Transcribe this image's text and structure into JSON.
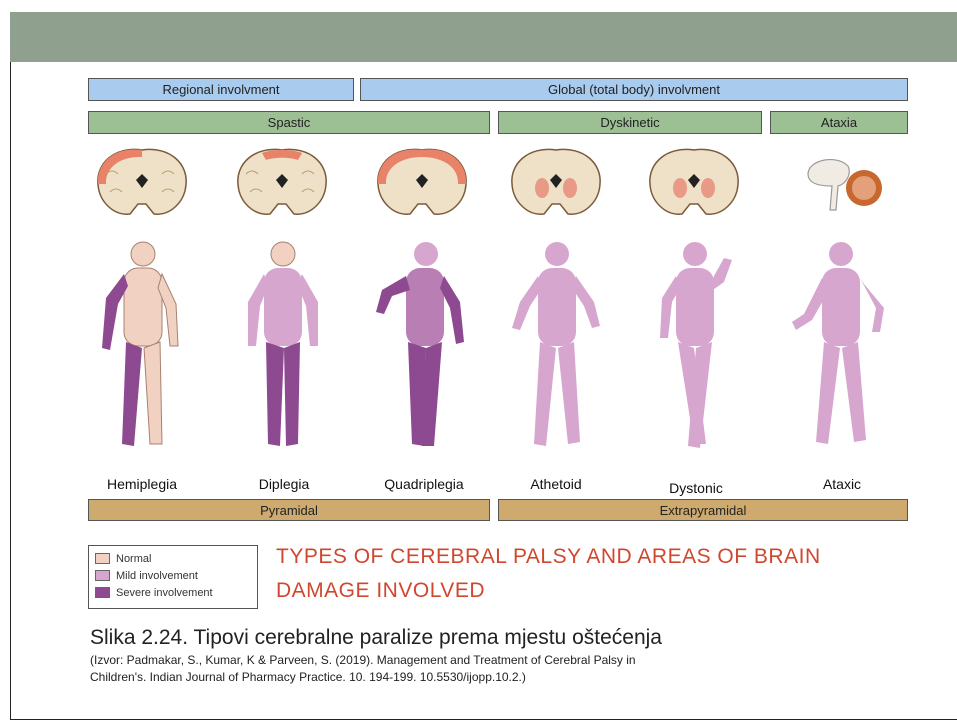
{
  "bands": {
    "regional": "Regional involvment",
    "global": "Global (total body) involvment",
    "spastic": "Spastic",
    "dyskinetic": "Dyskinetic",
    "ataxia": "Ataxia",
    "pyramidal": "Pyramidal",
    "extrapyramidal": "Extrapyramidal"
  },
  "columns": [
    {
      "label": "Hemiplegia",
      "brain": "cortex-one-side",
      "body": "hemiplegia"
    },
    {
      "label": "Diplegia",
      "brain": "cortex-top",
      "body": "diplegia"
    },
    {
      "label": "Quadriplegia",
      "brain": "cortex-full",
      "body": "quadriplegia"
    },
    {
      "label": "Athetoid",
      "brain": "basal-ganglia",
      "body": "athetoid"
    },
    {
      "label": "Dystonic",
      "brain": "basal-ganglia",
      "body": "dystonic"
    },
    {
      "label": "Ataxic",
      "brain": "cerebellum",
      "body": "ataxic"
    }
  ],
  "legend": [
    {
      "label": "Normal",
      "color": "#f1d2c2"
    },
    {
      "label": "Mild involvement",
      "color": "#d6a6cf"
    },
    {
      "label": "Severe involvement",
      "color": "#8d4a91"
    }
  ],
  "overlay_title": {
    "line1": "TYPES OF CEREBRAL PALSY AND AREAS OF BRAIN",
    "line2": "DAMAGE INVOLVED"
  },
  "caption": "Slika 2.24. Tipovi cerebralne paralize prema mjestu oštećenja",
  "source": {
    "line1": "(Izvor: Padmakar, S., Kumar, K & Parveen, S. (2019). Management and Treatment of Cerebral Palsy in",
    "line2": "Children's. Indian Journal of Pharmacy Practice. 10. 194-199. 10.5530/ijopp.10.2.)"
  },
  "colors": {
    "title_bar": "#8fa08e",
    "band_blue": "#a8cbee",
    "band_green": "#9dbf94",
    "band_tan": "#cfaa6f",
    "overlay_title": "#d0472f"
  }
}
